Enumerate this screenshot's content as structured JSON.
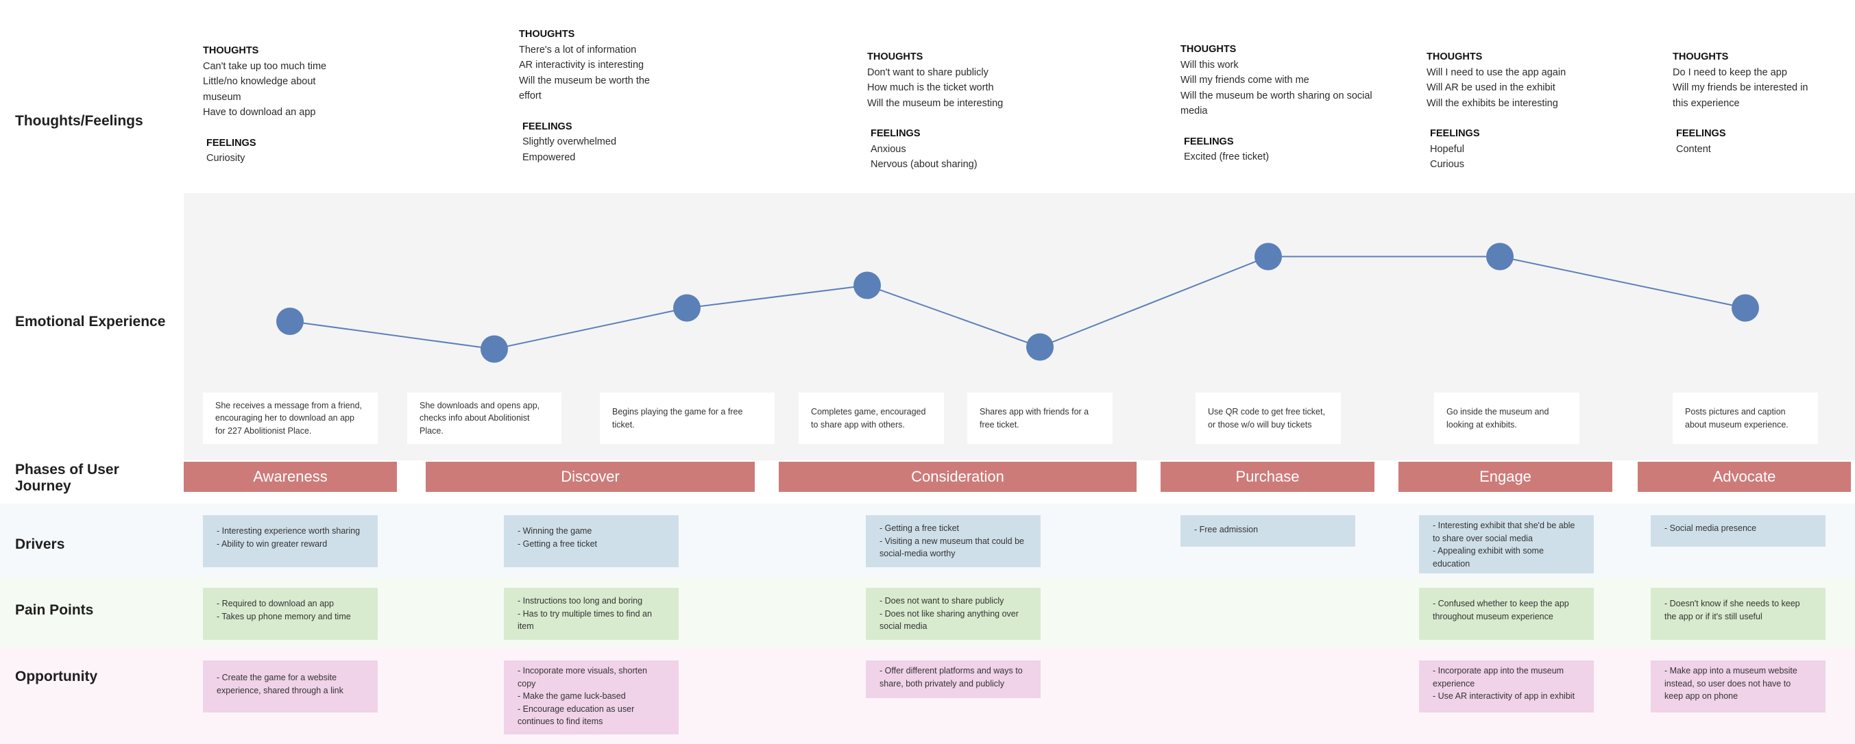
{
  "rows": {
    "thoughts_feelings": "Thoughts/Feelings",
    "emotional": "Emotional Experience",
    "phases_line1": "Phases of User",
    "phases_line2": "Journey",
    "drivers": "Drivers",
    "pain_points": "Pain Points",
    "opportunity": "Opportunity"
  },
  "headings": {
    "thoughts": "THOUGHTS",
    "feelings": "FEELINGS"
  },
  "thoughts_feelings": [
    {
      "thoughts": [
        "Can't take up too much time",
        "Little/no knowledge about",
        "museum",
        "Have to download an app"
      ],
      "feelings": [
        "Curiosity"
      ]
    },
    {
      "thoughts": [
        "There's a lot of information",
        "AR interactivity is interesting",
        "Will the museum be worth the",
        "effort"
      ],
      "feelings": [
        "Slightly overwhelmed",
        "Empowered"
      ]
    },
    {
      "thoughts": [
        "Don't want to share publicly",
        "How much is the ticket worth",
        "Will the museum be interesting"
      ],
      "feelings": [
        "Anxious",
        "Nervous (about sharing)"
      ]
    },
    {
      "thoughts": [
        "Will this work",
        "Will my friends come with me",
        "Will the museum be worth sharing on social",
        "media"
      ],
      "feelings": [
        "Excited (free ticket)"
      ]
    },
    {
      "thoughts": [
        "Will I need to use the app again",
        "Will AR be used in the exhibit",
        "Will the exhibits be interesting"
      ],
      "feelings": [
        "Hopeful",
        "Curious"
      ]
    },
    {
      "thoughts": [
        "Do I need to keep the app",
        "Will my friends be interested in",
        "this experience"
      ],
      "feelings": [
        "Content"
      ]
    }
  ],
  "scenarios": [
    "She receives a message from a friend, encouraging her to download an app for 227 Abolitionist Place.",
    "She downloads and opens app, checks info about Abolitionist Place.",
    "Begins playing the game for a free ticket.",
    "Completes game, encouraged to share app with others.",
    "Shares app with friends for a free ticket.",
    "Use QR code to get free ticket, or those w/o will buy tickets",
    "Go inside the museum and looking at exhibits.",
    "Posts pictures and caption about museum experience."
  ],
  "phases": [
    "Awareness",
    "Discover",
    "Consideration",
    "Purchase",
    "Engage",
    "Advocate"
  ],
  "drivers": [
    [
      "- Interesting experience worth sharing",
      "- Ability to win greater reward"
    ],
    [
      "- Winning the game",
      "- Getting a free ticket"
    ],
    [
      "- Getting a free ticket",
      "- Visiting a new museum that could be",
      "social-media worthy"
    ],
    [
      "- Free admission"
    ],
    [
      "- Interesting exhibit that she'd be able",
      "to share over social media",
      "- Appealing exhibit with some",
      "education"
    ],
    [
      "- Social media presence"
    ]
  ],
  "pain_points": [
    [
      "- Required to download an app",
      "- Takes up phone memory and time"
    ],
    [
      "- Instructions too long and boring",
      "- Has to try multiple times to find an",
      "item"
    ],
    [
      "- Does not want to share publicly",
      "- Does not like sharing anything over",
      "social media"
    ],
    [
      "- Confused whether to keep the app",
      "throughout museum experience"
    ],
    [
      "- Doesn't know if she needs to keep",
      "the app or if it's still useful"
    ]
  ],
  "opportunity": [
    [
      "- Create the game for a website",
      "experience, shared through a link"
    ],
    [
      "- Incoporate more visuals, shorten",
      "copy",
      "- Make the game luck-based",
      "- Encourage education as user",
      "continues to find items"
    ],
    [
      "- Offer different platforms and ways to",
      "share, both privately and publicly"
    ],
    [
      "- Incorporate app into the museum",
      "experience",
      "- Use AR interactivity of app in exhibit"
    ],
    [
      "- Make app into a museum website",
      "instead, so user does not have to",
      "keep app on phone"
    ]
  ],
  "emotion_curve": {
    "type": "line",
    "points": [
      0.32,
      0.05,
      0.45,
      0.67,
      0.07,
      0.95,
      0.95,
      0.45
    ]
  },
  "colors": {
    "phase": "#cd7b79",
    "curve": "#5b80b8",
    "driver": "#cfdfe9",
    "pain": "#d9ebcf",
    "opportunity": "#f0d3e8"
  }
}
